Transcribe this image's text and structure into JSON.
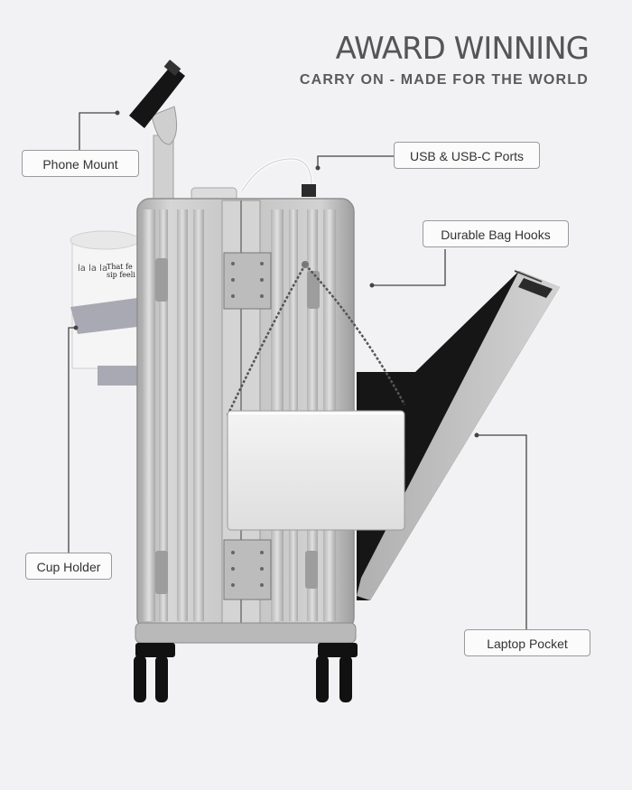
{
  "heading": {
    "title": "AWARD WINNING",
    "subtitle": "CARRY ON - MADE FOR THE WORLD"
  },
  "callouts": {
    "phone_mount": "Phone Mount",
    "usb_ports": "USB & USB-C Ports",
    "bag_hooks": "Durable Bag Hooks",
    "cup_holder": "Cup Holder",
    "laptop_pocket": "Laptop Pocket"
  },
  "cup_print": {
    "line1": "That fe",
    "line2": "sip feeli",
    "pattern": "la la la"
  },
  "colors": {
    "background": "#f2f2f4",
    "shell": "#c9c9c9",
    "callout_border": "#9a9a9a",
    "laptop_panel": "#1a1a1a"
  }
}
